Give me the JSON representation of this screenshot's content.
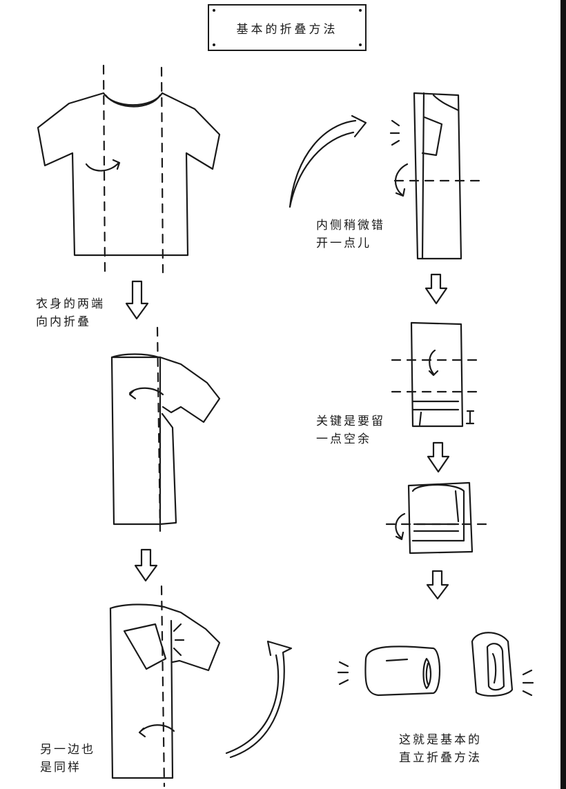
{
  "title": "基本的折叠方法",
  "labels": {
    "step1": [
      "衣身的两端",
      "向内折叠"
    ],
    "step2": [
      "另一边也",
      "是同样"
    ],
    "step3": [
      "内侧稍微错",
      "开一点儿"
    ],
    "step4": [
      "关键是要留",
      "一点空余"
    ],
    "final": [
      "这就是基本的",
      "直立折叠方法"
    ]
  },
  "icons": [
    "tshirt-icon",
    "down-arrow-icon",
    "curved-arrow-icon",
    "fold-arrow-icon",
    "folded-shirt-icon"
  ]
}
